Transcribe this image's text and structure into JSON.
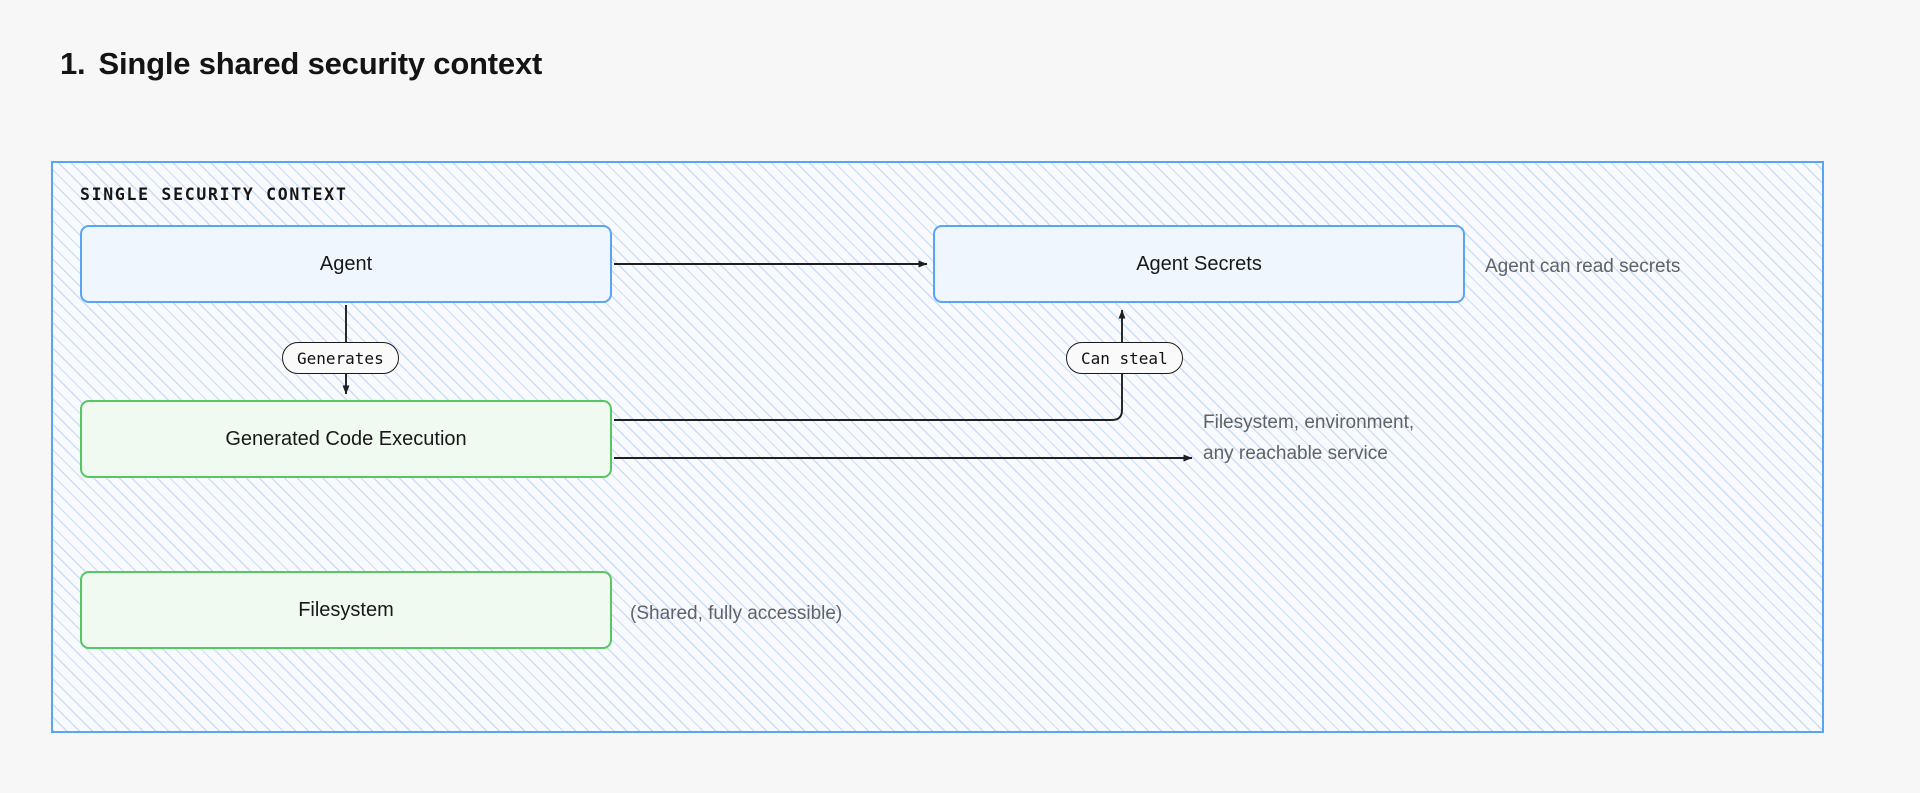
{
  "page": {
    "title_number": "1.",
    "title_text": "Single shared security context",
    "background_color": "#f7f7f7"
  },
  "diagram": {
    "container_label": "SINGLE SECURITY CONTEXT",
    "container_border_color": "#59a5f5",
    "hatch_color": "#8ab4ee",
    "nodes": [
      {
        "id": "agent",
        "label": "Agent",
        "style": "blue",
        "fill": "#eff6fe",
        "border": "#59a5f5"
      },
      {
        "id": "agent-secrets",
        "label": "Agent Secrets",
        "style": "blue",
        "fill": "#eff6fe",
        "border": "#59a5f5"
      },
      {
        "id": "code-exec",
        "label": "Generated Code Execution",
        "style": "green",
        "fill": "#f0faf0",
        "border": "#56c862"
      },
      {
        "id": "filesystem",
        "label": "Filesystem",
        "style": "green",
        "fill": "#f0faf0",
        "border": "#56c862"
      }
    ],
    "edge_labels": [
      {
        "id": "generates",
        "label": "Generates"
      },
      {
        "id": "can-steal",
        "label": "Can steal"
      }
    ],
    "annotations": [
      {
        "id": "secrets-note",
        "text": "Agent can read secrets"
      },
      {
        "id": "reach-note",
        "text": "Filesystem, environment,\nany reachable service"
      },
      {
        "id": "shared-note",
        "text": "(Shared, fully accessible)"
      }
    ]
  }
}
